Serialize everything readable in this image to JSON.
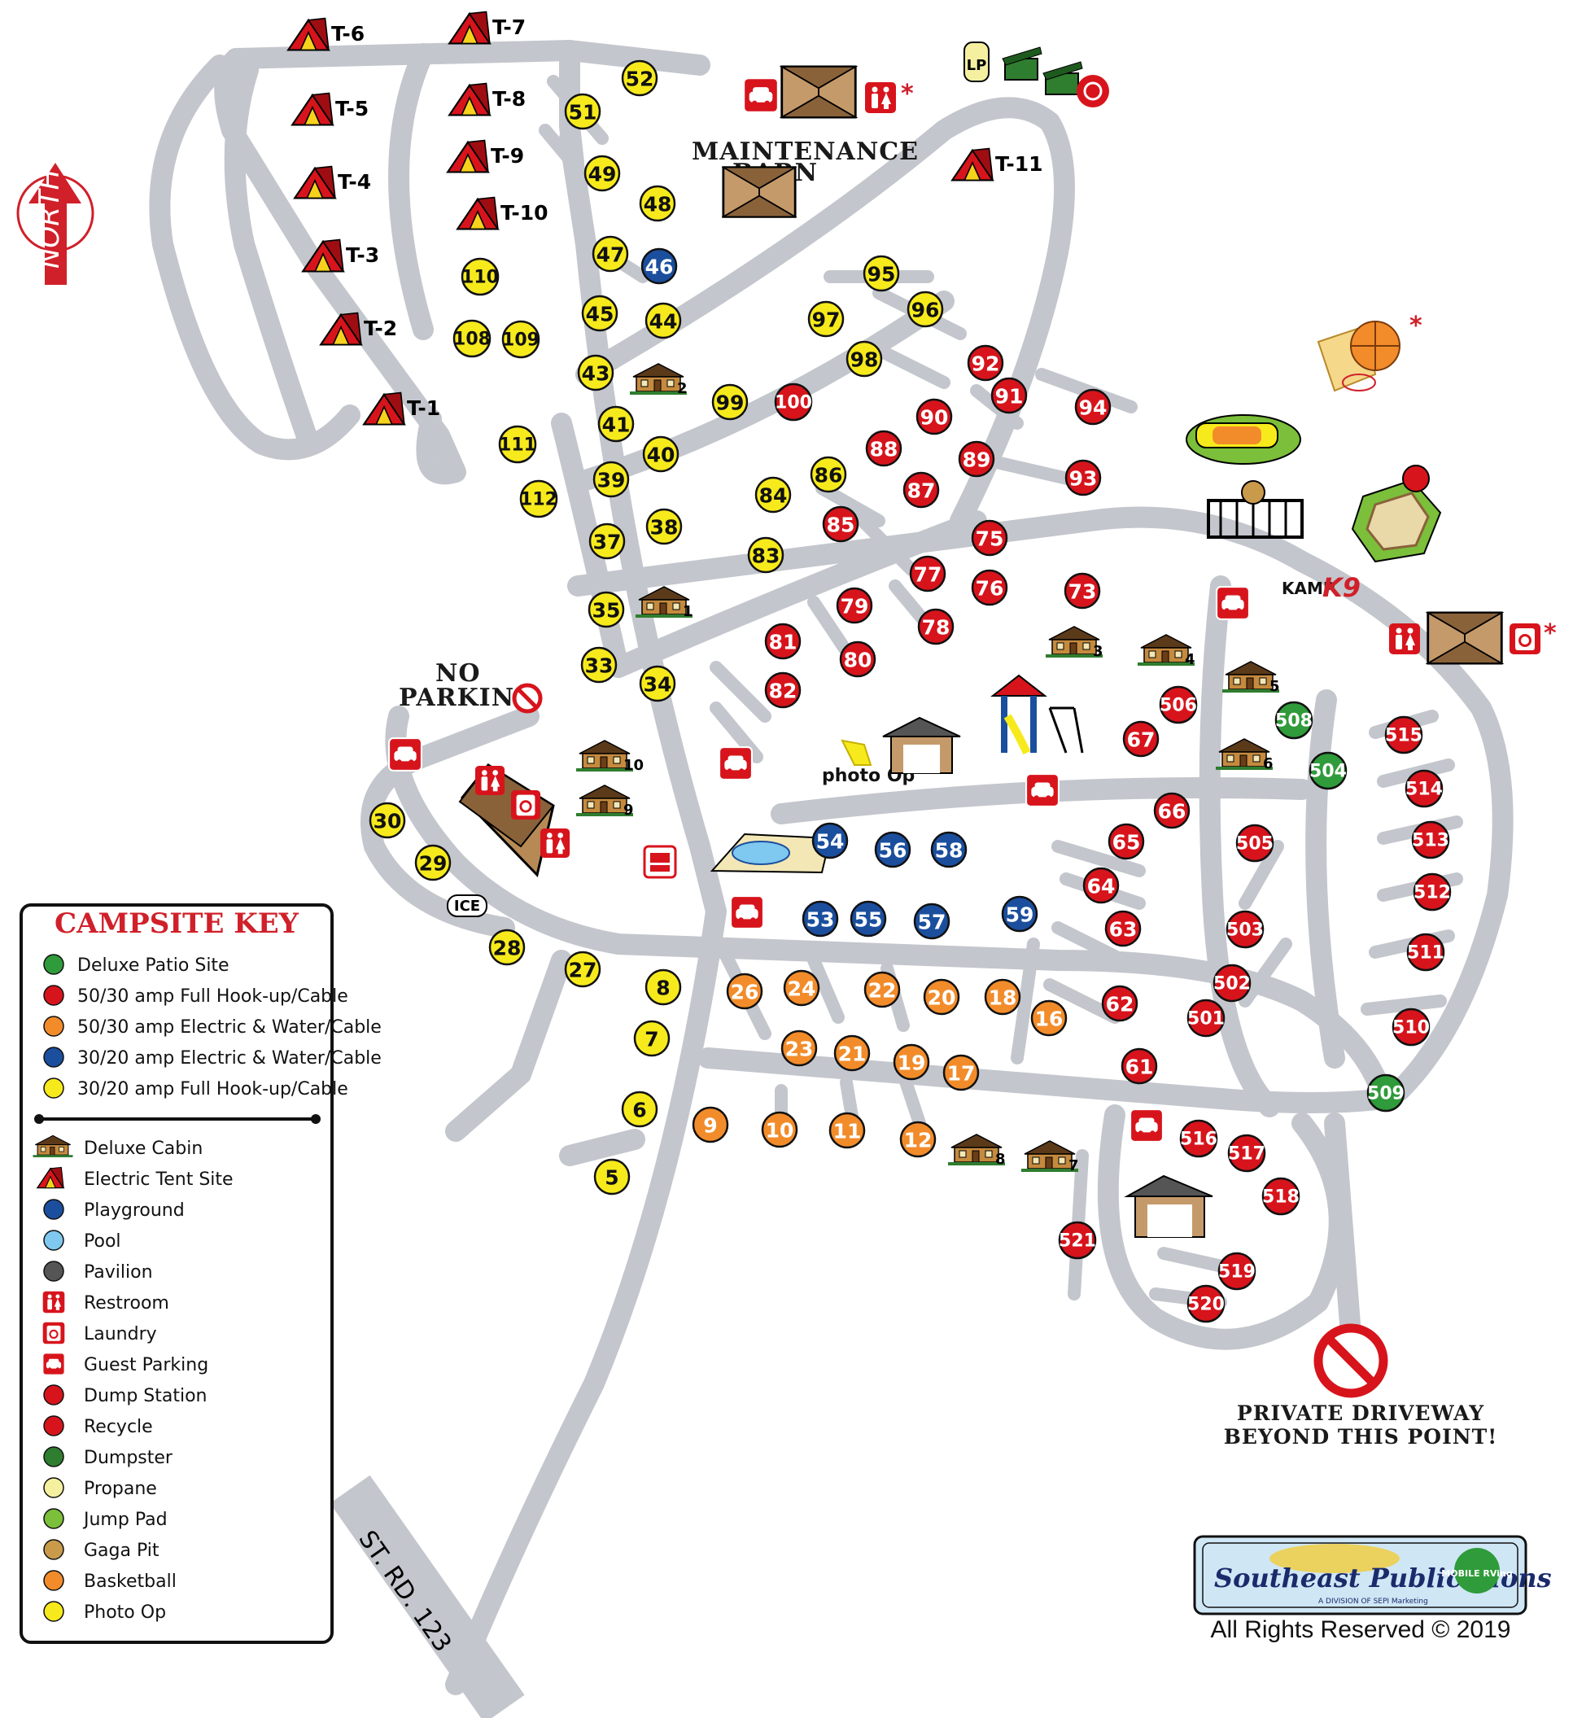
{
  "north_label": "NORTH",
  "labels": {
    "maintenance_1": "MAINTENANCE",
    "maintenance_2": "BARN",
    "no_parking_1": "NO",
    "no_parking_2": "PARKING",
    "photo_op": "photo Op",
    "ice": "ICE",
    "lp": "LP",
    "kamp_1": "KAMP",
    "kamp_2": "K9",
    "private_1": "PRIVATE DRIVEWAY",
    "private_2": "BEYOND THIS POINT!",
    "road": "ST. RD. 123",
    "asterisk": "*"
  },
  "colors": {
    "road": "#c3c6cc",
    "yellow": "#f7ea1c",
    "red": "#d7141c",
    "orange": "#f28c2a",
    "blue": "#1b4f9e",
    "green": "#2f9b3a",
    "accent": "#d0202a"
  },
  "sites": [
    {
      "n": "52",
      "c": "yellow"
    },
    {
      "n": "51",
      "c": "yellow"
    },
    {
      "n": "49",
      "c": "yellow"
    },
    {
      "n": "48",
      "c": "yellow"
    },
    {
      "n": "47",
      "c": "yellow"
    },
    {
      "n": "46",
      "c": "blue"
    },
    {
      "n": "45",
      "c": "yellow"
    },
    {
      "n": "44",
      "c": "yellow"
    },
    {
      "n": "43",
      "c": "yellow"
    },
    {
      "n": "41",
      "c": "yellow"
    },
    {
      "n": "40",
      "c": "yellow"
    },
    {
      "n": "39",
      "c": "yellow"
    },
    {
      "n": "38",
      "c": "yellow"
    },
    {
      "n": "37",
      "c": "yellow"
    },
    {
      "n": "35",
      "c": "yellow"
    },
    {
      "n": "33",
      "c": "yellow"
    },
    {
      "n": "34",
      "c": "yellow"
    },
    {
      "n": "110",
      "c": "yellow"
    },
    {
      "n": "108",
      "c": "yellow"
    },
    {
      "n": "109",
      "c": "yellow"
    },
    {
      "n": "111",
      "c": "yellow"
    },
    {
      "n": "112",
      "c": "yellow"
    },
    {
      "n": "30",
      "c": "yellow"
    },
    {
      "n": "29",
      "c": "yellow"
    },
    {
      "n": "28",
      "c": "yellow"
    },
    {
      "n": "27",
      "c": "yellow"
    },
    {
      "n": "8",
      "c": "yellow"
    },
    {
      "n": "7",
      "c": "yellow"
    },
    {
      "n": "6",
      "c": "yellow"
    },
    {
      "n": "5",
      "c": "yellow"
    },
    {
      "n": "95",
      "c": "yellow"
    },
    {
      "n": "96",
      "c": "yellow"
    },
    {
      "n": "97",
      "c": "yellow"
    },
    {
      "n": "98",
      "c": "yellow"
    },
    {
      "n": "99",
      "c": "yellow"
    },
    {
      "n": "84",
      "c": "yellow"
    },
    {
      "n": "86",
      "c": "yellow"
    },
    {
      "n": "83",
      "c": "yellow"
    },
    {
      "n": "100",
      "c": "red"
    },
    {
      "n": "92",
      "c": "red"
    },
    {
      "n": "91",
      "c": "red"
    },
    {
      "n": "94",
      "c": "red"
    },
    {
      "n": "90",
      "c": "red"
    },
    {
      "n": "88",
      "c": "red"
    },
    {
      "n": "89",
      "c": "red"
    },
    {
      "n": "87",
      "c": "red"
    },
    {
      "n": "93",
      "c": "red"
    },
    {
      "n": "85",
      "c": "red"
    },
    {
      "n": "75",
      "c": "red"
    },
    {
      "n": "77",
      "c": "red"
    },
    {
      "n": "76",
      "c": "red"
    },
    {
      "n": "73",
      "c": "red"
    },
    {
      "n": "79",
      "c": "red"
    },
    {
      "n": "78",
      "c": "red"
    },
    {
      "n": "81",
      "c": "red"
    },
    {
      "n": "80",
      "c": "red"
    },
    {
      "n": "82",
      "c": "red"
    },
    {
      "n": "506",
      "c": "red"
    },
    {
      "n": "67",
      "c": "red"
    },
    {
      "n": "66",
      "c": "red"
    },
    {
      "n": "65",
      "c": "red"
    },
    {
      "n": "64",
      "c": "red"
    },
    {
      "n": "63",
      "c": "red"
    },
    {
      "n": "62",
      "c": "red"
    },
    {
      "n": "61",
      "c": "red"
    },
    {
      "n": "505",
      "c": "red"
    },
    {
      "n": "503",
      "c": "red"
    },
    {
      "n": "502",
      "c": "red"
    },
    {
      "n": "501",
      "c": "red"
    },
    {
      "n": "515",
      "c": "red"
    },
    {
      "n": "514",
      "c": "red"
    },
    {
      "n": "513",
      "c": "red"
    },
    {
      "n": "512",
      "c": "red"
    },
    {
      "n": "511",
      "c": "red"
    },
    {
      "n": "510",
      "c": "red"
    },
    {
      "n": "516",
      "c": "red"
    },
    {
      "n": "517",
      "c": "red"
    },
    {
      "n": "518",
      "c": "red"
    },
    {
      "n": "521",
      "c": "red"
    },
    {
      "n": "519",
      "c": "red"
    },
    {
      "n": "520",
      "c": "red"
    },
    {
      "n": "508",
      "c": "green"
    },
    {
      "n": "504",
      "c": "green"
    },
    {
      "n": "509",
      "c": "green"
    },
    {
      "n": "54",
      "c": "blue"
    },
    {
      "n": "56",
      "c": "blue"
    },
    {
      "n": "58",
      "c": "blue"
    },
    {
      "n": "53",
      "c": "blue"
    },
    {
      "n": "55",
      "c": "blue"
    },
    {
      "n": "57",
      "c": "blue"
    },
    {
      "n": "59",
      "c": "blue"
    },
    {
      "n": "26",
      "c": "orange"
    },
    {
      "n": "24",
      "c": "orange"
    },
    {
      "n": "22",
      "c": "orange"
    },
    {
      "n": "20",
      "c": "orange"
    },
    {
      "n": "18",
      "c": "orange"
    },
    {
      "n": "16",
      "c": "orange"
    },
    {
      "n": "23",
      "c": "orange"
    },
    {
      "n": "21",
      "c": "orange"
    },
    {
      "n": "19",
      "c": "orange"
    },
    {
      "n": "17",
      "c": "orange"
    },
    {
      "n": "9",
      "c": "orange"
    },
    {
      "n": "10",
      "c": "orange"
    },
    {
      "n": "11",
      "c": "orange"
    },
    {
      "n": "12",
      "c": "orange"
    }
  ],
  "tents": [
    "T-6",
    "T-7",
    "T-5",
    "T-8",
    "T-4",
    "T-9",
    "T-3",
    "T-10",
    "T-2",
    "T-1",
    "T-11"
  ],
  "cabins": [
    "2",
    "1",
    "3",
    "4",
    "5",
    "6",
    "10",
    "9",
    "8",
    "7"
  ],
  "key": {
    "title": "CAMPSITE KEY",
    "site_types": [
      {
        "label": "Deluxe Patio Site",
        "c": "green"
      },
      {
        "label": "50/30 amp Full Hook-up/Cable",
        "c": "red"
      },
      {
        "label": "50/30 amp Electric & Water/Cable",
        "c": "orange"
      },
      {
        "label": "30/20 amp Electric & Water/Cable",
        "c": "blue"
      },
      {
        "label": "30/20  amp Full Hook-up/Cable",
        "c": "yellow"
      }
    ],
    "amenities": [
      {
        "label": "Deluxe Cabin",
        "icon": "cabin-icon"
      },
      {
        "label": "Electric Tent Site",
        "icon": "tent-icon"
      },
      {
        "label": "Playground",
        "icon": "playground-icon"
      },
      {
        "label": "Pool",
        "icon": "pool-icon"
      },
      {
        "label": "Pavilion",
        "icon": "pavilion-icon"
      },
      {
        "label": "Restroom",
        "icon": "restroom-icon"
      },
      {
        "label": "Laundry",
        "icon": "laundry-icon"
      },
      {
        "label": "Guest Parking",
        "icon": "parking-icon"
      },
      {
        "label": "Dump Station",
        "icon": "dump-station-icon"
      },
      {
        "label": "Recycle",
        "icon": "recycle-icon"
      },
      {
        "label": "Dumpster",
        "icon": "dumpster-icon"
      },
      {
        "label": "Propane",
        "icon": "propane-icon"
      },
      {
        "label": "Jump Pad",
        "icon": "jump-pad-icon"
      },
      {
        "label": "Gaga Pit",
        "icon": "gaga-pit-icon"
      },
      {
        "label": "Basketball",
        "icon": "basketball-icon"
      },
      {
        "label": "Photo Op",
        "icon": "photo-op-icon"
      }
    ]
  },
  "logo": {
    "name": "Southeast Publications",
    "sub": "A DIVISION OF SEPI Marketing",
    "badge": "MOBILE RVing"
  },
  "copyright": "All Rights Reserved © 2019"
}
